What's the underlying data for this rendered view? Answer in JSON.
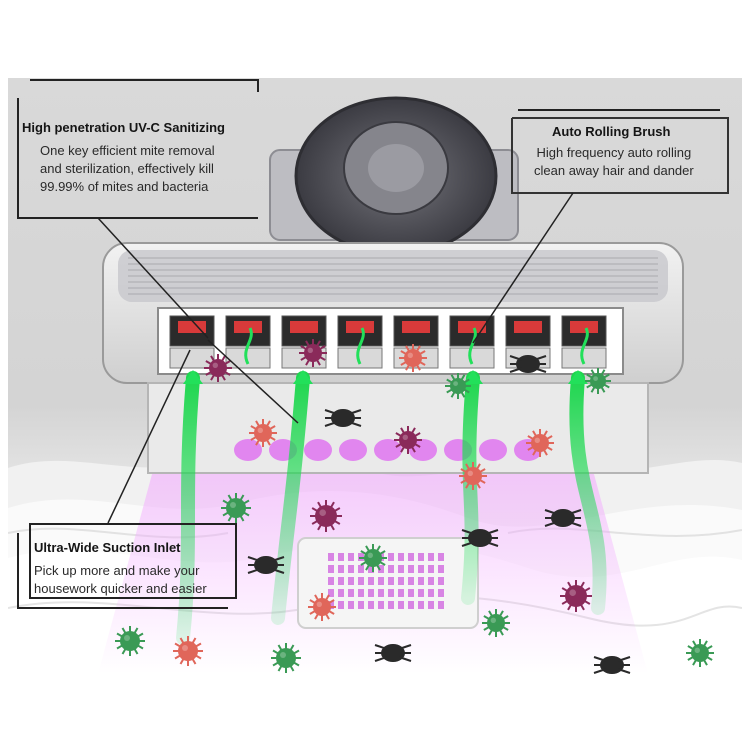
{
  "callouts": {
    "uvc": {
      "title": "High penetration UV-C Sanitizing",
      "lines": [
        "One key efficient mite removal",
        "and sterilization, effectively kill",
        "99.99% of mites and bacteria"
      ]
    },
    "brush": {
      "title": "Auto Rolling Brush",
      "lines": [
        "High frequency auto rolling",
        "clean away hair and dander"
      ]
    },
    "inlet": {
      "title": "Ultra-Wide Suction Inlet",
      "lines": [
        "Pick up more and make your",
        "housework quicker and easier"
      ]
    }
  },
  "colors": {
    "uv_glow": "#e07bf0",
    "airflow": "#22e05a",
    "bacteria_red": "#e0665a",
    "virus_purple": "#8a2a5a",
    "virus_green": "#3a9a55",
    "mite": "#2a2a2a"
  }
}
